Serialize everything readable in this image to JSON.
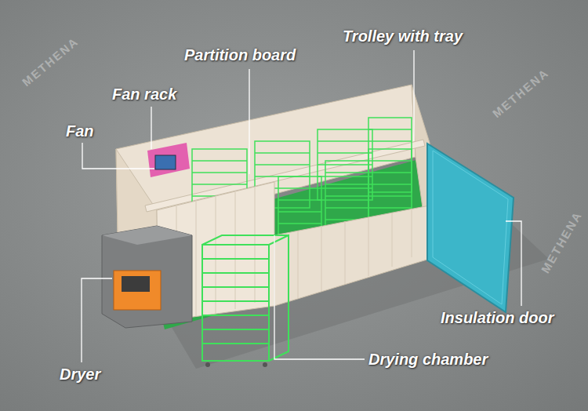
{
  "diagram": {
    "labels": [
      "Trolley with tray",
      "Partition board",
      "Fan rack",
      "Fan",
      "Insulation door",
      "Drying chamber",
      "Dryer",
      "METHENA",
      "METHENA",
      "METHENA"
    ]
  }
}
